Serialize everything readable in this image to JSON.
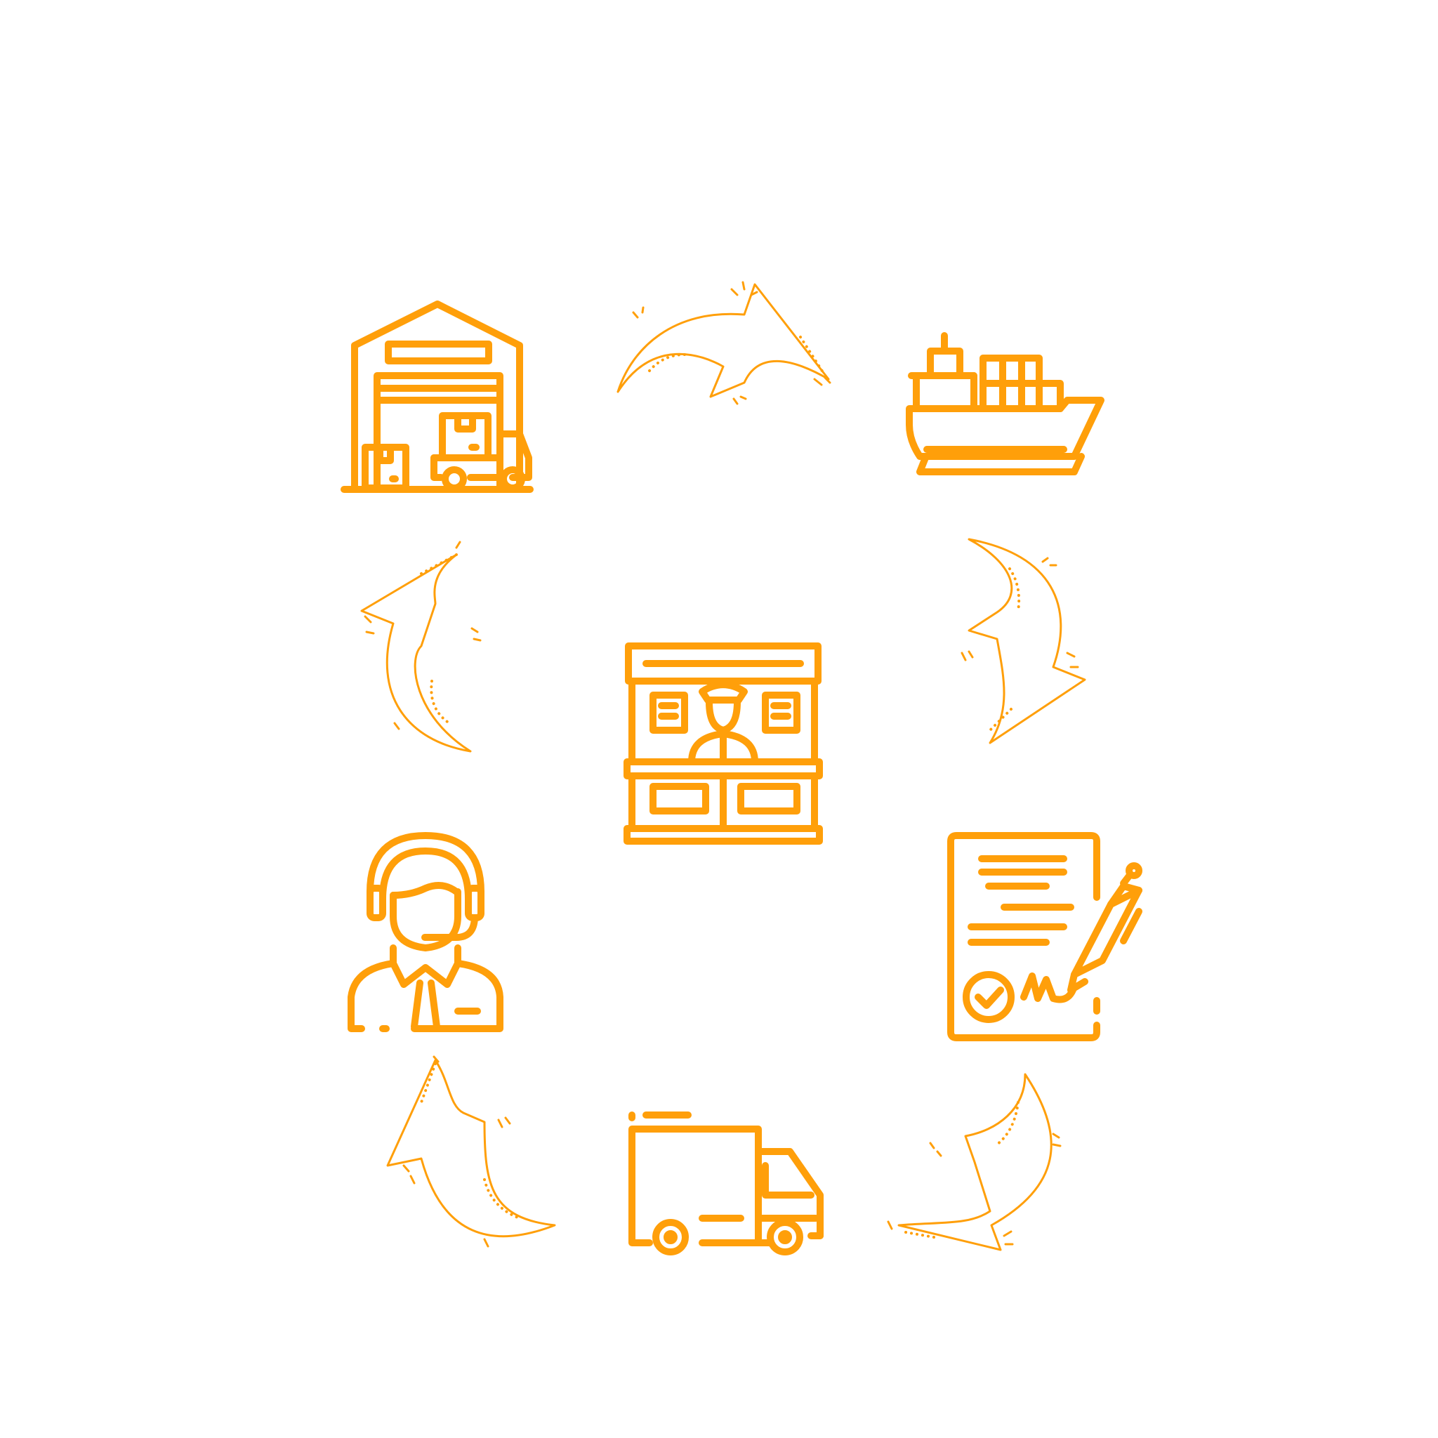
{
  "diagram": {
    "theme": {
      "primary": "#FF9F0A",
      "background": "#FFFFFF"
    },
    "nodes": [
      {
        "id": "warehouse",
        "icon": "warehouse-icon"
      },
      {
        "id": "ship",
        "icon": "cargo-ship-icon"
      },
      {
        "id": "customs",
        "icon": "customs-booth-icon"
      },
      {
        "id": "contract",
        "icon": "signed-document-icon"
      },
      {
        "id": "truck",
        "icon": "delivery-truck-icon"
      },
      {
        "id": "support",
        "icon": "customer-support-agent-icon"
      }
    ],
    "cycle": [
      "warehouse",
      "ship",
      "contract",
      "truck",
      "support",
      "warehouse"
    ],
    "center": "customs"
  }
}
